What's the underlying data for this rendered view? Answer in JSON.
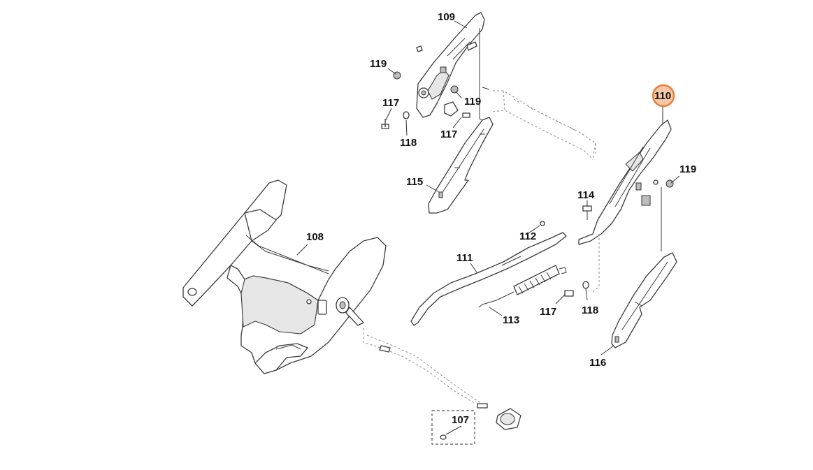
{
  "diagram": {
    "callouts": [
      {
        "id": "c109",
        "label": "109"
      },
      {
        "id": "c119a",
        "label": "119"
      },
      {
        "id": "c119b",
        "label": "119"
      },
      {
        "id": "c117a",
        "label": "117"
      },
      {
        "id": "c118a",
        "label": "118"
      },
      {
        "id": "c117b",
        "label": "117"
      },
      {
        "id": "c115",
        "label": "115"
      },
      {
        "id": "c110",
        "label": "110",
        "highlighted": true
      },
      {
        "id": "c119c",
        "label": "119"
      },
      {
        "id": "c114",
        "label": "114"
      },
      {
        "id": "c112",
        "label": "112"
      },
      {
        "id": "c108",
        "label": "108"
      },
      {
        "id": "c111",
        "label": "111"
      },
      {
        "id": "c117c",
        "label": "117"
      },
      {
        "id": "c118b",
        "label": "118"
      },
      {
        "id": "c113",
        "label": "113"
      },
      {
        "id": "c116",
        "label": "116"
      },
      {
        "id": "c107",
        "label": "107"
      }
    ],
    "highlight_color": "#e87e3c"
  }
}
